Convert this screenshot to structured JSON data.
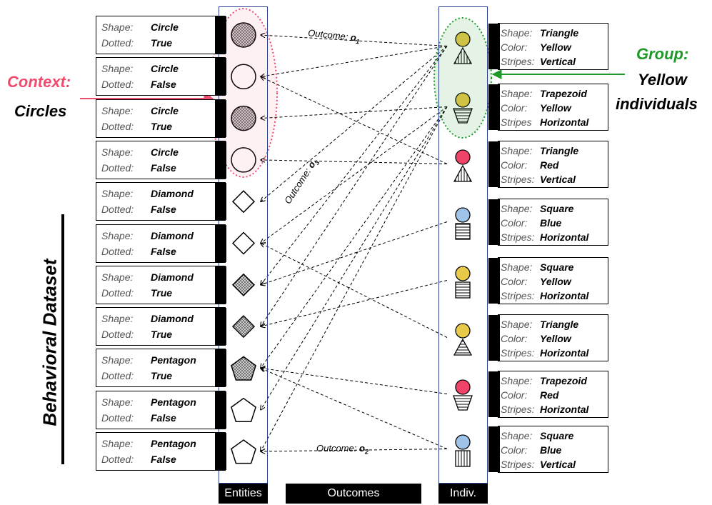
{
  "labels": {
    "context_title": "Context:",
    "context_value": "Circles",
    "group_title": "Group:",
    "group_value_1": "Yellow",
    "group_value_2": "individuals",
    "dataset": "Behavioral Dataset",
    "outcome_1_prefix": "Outcome:",
    "outcome_1_symbol": "o",
    "outcome_1_sub": "1",
    "outcome_2_prefix": "Outcome:",
    "outcome_2_symbol": "o",
    "outcome_2_sub": "2",
    "outcome_3_prefix": "Outcome:",
    "outcome_3_symbol": "o",
    "outcome_3_sub": "3"
  },
  "footer": {
    "entities": "Entities",
    "outcomes": "Outcomes",
    "individuals": "Indiv."
  },
  "keys": {
    "shape": "Shape:",
    "dotted": "Dotted:",
    "color": "Color:",
    "stripes": "Stripes:",
    "stripes_nocolon": "Stripes"
  },
  "entities": [
    {
      "shape": "Circle",
      "dotted": "True"
    },
    {
      "shape": "Circle",
      "dotted": "False"
    },
    {
      "shape": "Circle",
      "dotted": "True"
    },
    {
      "shape": "Circle",
      "dotted": "False"
    },
    {
      "shape": "Diamond",
      "dotted": "False"
    },
    {
      "shape": "Diamond",
      "dotted": "False"
    },
    {
      "shape": "Diamond",
      "dotted": "True"
    },
    {
      "shape": "Diamond",
      "dotted": "True"
    },
    {
      "shape": "Pentagon",
      "dotted": "True"
    },
    {
      "shape": "Pentagon",
      "dotted": "False"
    },
    {
      "shape": "Pentagon",
      "dotted": "False"
    }
  ],
  "individuals": [
    {
      "shape": "Triangle",
      "color": "Yellow",
      "stripes": "Vertical"
    },
    {
      "shape": "Trapezoid",
      "color": "Yellow",
      "stripes": "Horizontal"
    },
    {
      "shape": "Triangle",
      "color": "Red",
      "stripes": "Vertical"
    },
    {
      "shape": "Square",
      "color": "Blue",
      "stripes": "Horizontal"
    },
    {
      "shape": "Square",
      "color": "Yellow",
      "stripes": "Horizontal"
    },
    {
      "shape": "Triangle",
      "color": "Yellow",
      "stripes": "Horizontal"
    },
    {
      "shape": "Trapezoid",
      "color": "Red",
      "stripes": "Horizontal"
    },
    {
      "shape": "Square",
      "color": "Blue",
      "stripes": "Vertical"
    }
  ],
  "colors": {
    "context": "#f04a6e",
    "group": "#1f9a2a",
    "frame": "#2a3f8f",
    "yellow": "#e8c94a",
    "red": "#f0436a",
    "blue": "#9fc2e8",
    "dotted_fill": "#9a9a9a"
  }
}
